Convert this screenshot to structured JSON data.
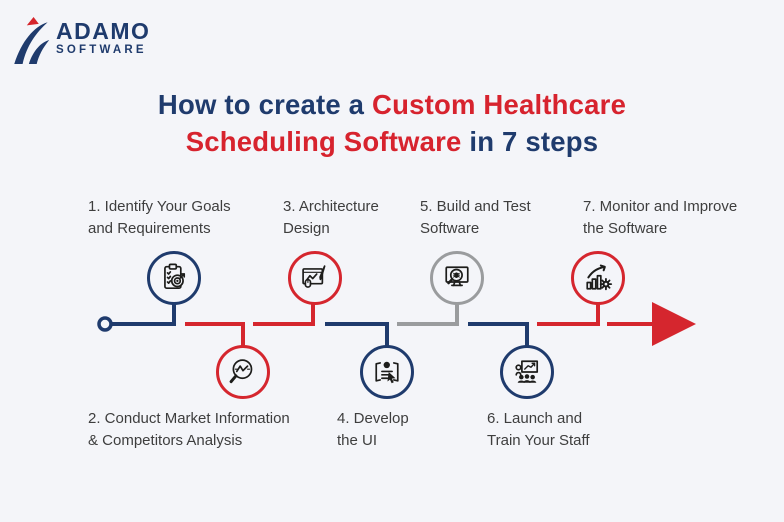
{
  "brand": {
    "name": "ADAMO",
    "sub": "SOFTWARE",
    "mark": "adamo-a-swoosh-logo"
  },
  "title": {
    "part1": "How to create a ",
    "highlight1": "Custom Healthcare",
    "highlight2": "Scheduling Software",
    "part2": " in 7 steps"
  },
  "palette": {
    "navy": "#1f3b6d",
    "red": "#d5262e",
    "gray": "#9a9c9e",
    "background": "#f4f5f9",
    "label_text": "#3e3e3e",
    "title_red": "#d7232e"
  },
  "timeline": {
    "start_marker": "ring",
    "end_marker": "arrow-right",
    "segment_colors": [
      "navy",
      "red",
      "red",
      "navy",
      "gray",
      "navy",
      "red"
    ]
  },
  "steps": [
    {
      "id": 1,
      "label": "1. Identify Your Goals\nand Requirements",
      "icon": "clipboard-target-icon",
      "color": "navy",
      "position": "above"
    },
    {
      "id": 2,
      "label": "2. Conduct Market Information\n& Competitors Analysis",
      "icon": "market-analysis-magnifier-icon",
      "color": "red",
      "position": "below"
    },
    {
      "id": 3,
      "label": "3. Architecture\nDesign",
      "icon": "architecture-design-icon",
      "color": "red",
      "position": "above"
    },
    {
      "id": 4,
      "label": "4. Develop\nthe UI",
      "icon": "ui-development-icon",
      "color": "navy",
      "position": "below"
    },
    {
      "id": 5,
      "label": "5. Build and Test\nSoftware",
      "icon": "build-test-bug-icon",
      "color": "gray",
      "position": "above"
    },
    {
      "id": 6,
      "label": "6. Launch and\nTrain Your Staff",
      "icon": "staff-training-icon",
      "color": "navy",
      "position": "below"
    },
    {
      "id": 7,
      "label": "7. Monitor and Improve\nthe Software",
      "icon": "monitor-improve-icon",
      "color": "red",
      "position": "above"
    }
  ]
}
